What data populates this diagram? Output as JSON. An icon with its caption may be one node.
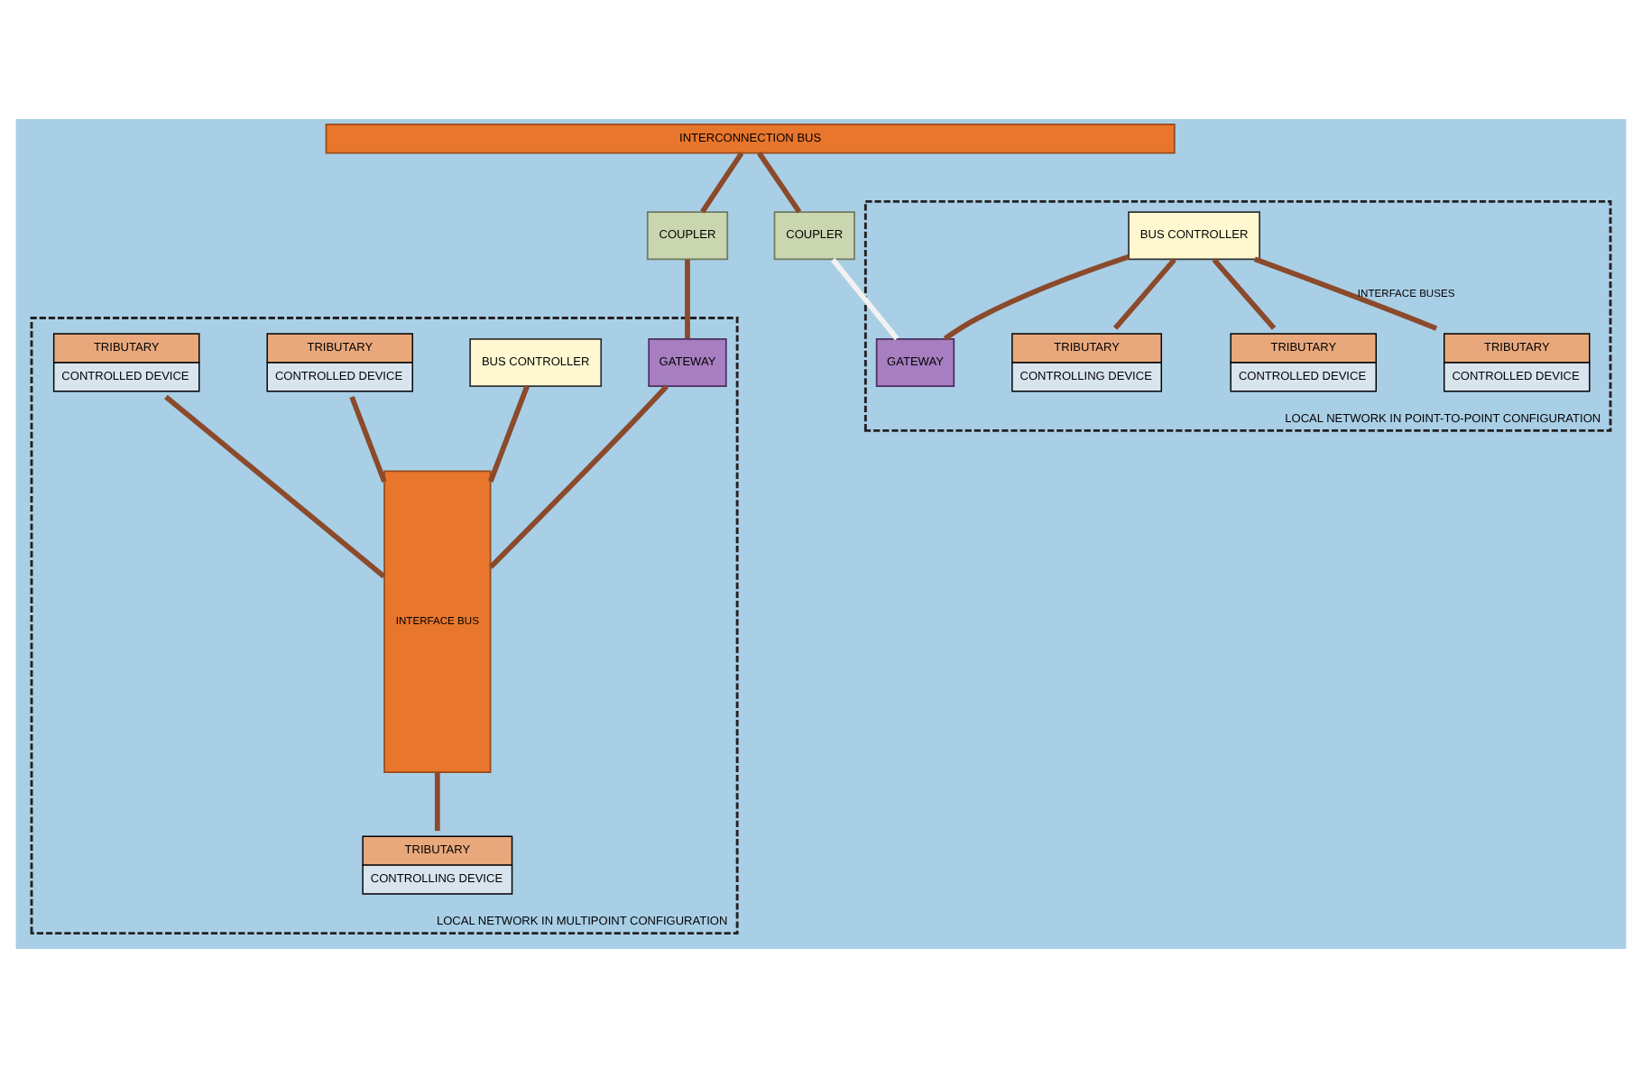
{
  "diagram": {
    "nodes": [
      {
        "text": [
          "INTERCONNECTION BUS"
        ]
      },
      {
        "text": [
          "COUPLER"
        ]
      },
      {
        "text": [
          "COUPLER"
        ]
      },
      {
        "text": [
          "LOCAL NETWORK IN MULTIPOINT CONFIGURATION"
        ]
      },
      {
        "text": [
          "INTERFACE BUS"
        ],
        "in": 3
      },
      {
        "text": [
          "GATEWAY"
        ],
        "in": 3
      },
      {
        "text": [
          "BUS CONTROLLER"
        ],
        "in": 3
      },
      {
        "text": [
          "TRIBUTARY",
          "CONTROLLING DEVICE"
        ],
        "in": 3
      },
      {
        "text": [
          "TRIBUTARY",
          "CONTROLLED DEVICE"
        ],
        "in": 3
      },
      {
        "text": [
          "TRIBUTARY",
          "CONTROLLED DEVICE"
        ],
        "in": 3
      },
      {
        "text": [
          "LOCAL NETWORK IN POINT-TO-POINT CONFIGURATION"
        ]
      },
      {
        "text": [
          "GATEWAY"
        ],
        "in": 10
      },
      {
        "text": [
          "BUS CONTROLLER"
        ],
        "in": 10
      },
      {
        "text": [
          "TRIBUTARY",
          "CONTROLLING DEVICE"
        ],
        "in": 10
      },
      {
        "text": [
          "TRIBUTARY",
          "CONTROLLED DEVICE"
        ],
        "in": 10
      },
      {
        "text": [
          "TRIBUTARY",
          "CONTROLLED DEVICE"
        ],
        "in": 10
      }
    ],
    "edges": [
      {
        "from": 0,
        "to": 1,
        "arrow": "none"
      },
      {
        "from": 0,
        "to": 2,
        "arrow": "none"
      },
      {
        "from": 1,
        "to": 5,
        "arrow": "none"
      },
      {
        "from": 2,
        "to": 11,
        "arrow": "none",
        "color": "#f2f2f2"
      },
      {
        "from": 5,
        "to": 4,
        "arrow": "none"
      },
      {
        "from": 6,
        "to": 4,
        "arrow": "none"
      },
      {
        "from": 4,
        "to": 7,
        "arrow": "none"
      },
      {
        "from": 8,
        "to": 4,
        "arrow": "none"
      },
      {
        "from": 9,
        "to": 4,
        "arrow": "none"
      },
      {
        "from": 12,
        "to": 11,
        "arrow": "none"
      },
      {
        "from": 12,
        "to": 13,
        "arrow": "none"
      },
      {
        "from": 12,
        "to": 14,
        "arrow": "none"
      },
      {
        "from": 12,
        "to": 15,
        "arrow": "none",
        "label": "INTERFACE BUSES"
      }
    ]
  }
}
